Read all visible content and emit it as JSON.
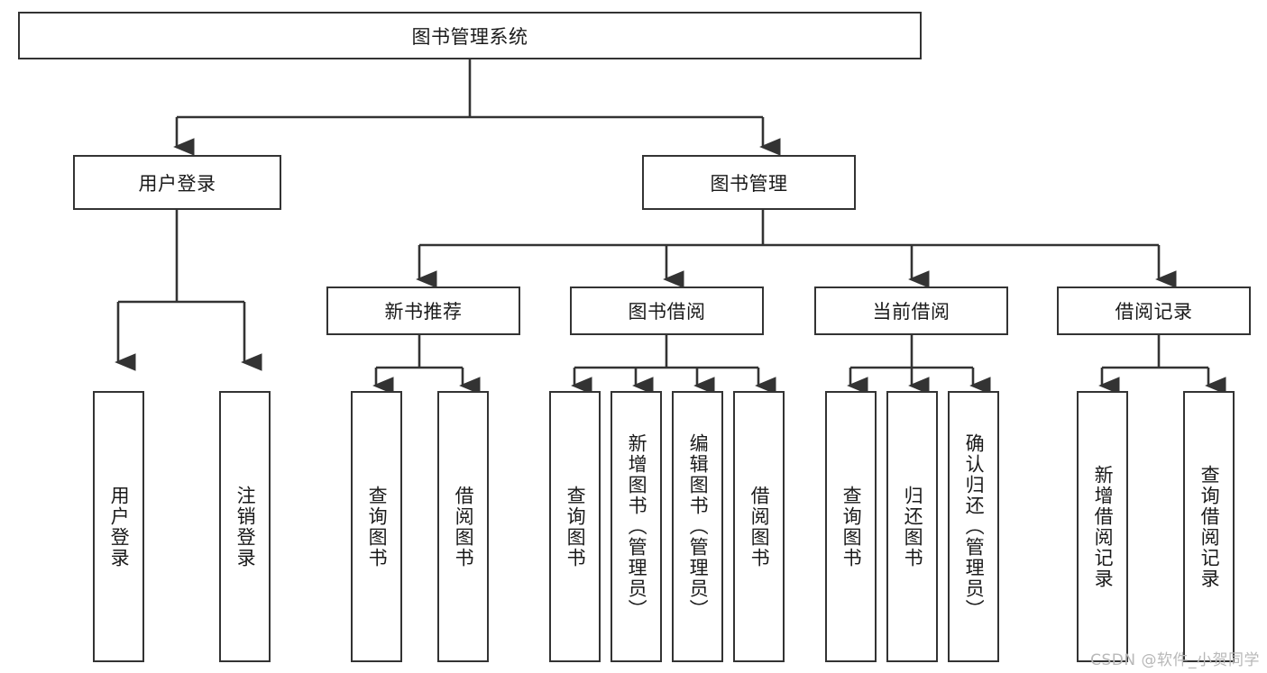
{
  "diagram": {
    "title": "图书管理系统",
    "type": "hierarchy-tree",
    "root": {
      "label": "图书管理系统"
    },
    "level2": [
      {
        "label": "用户登录"
      },
      {
        "label": "图书管理"
      }
    ],
    "level3": [
      {
        "label": "新书推荐",
        "parent": "图书管理"
      },
      {
        "label": "图书借阅",
        "parent": "图书管理"
      },
      {
        "label": "当前借阅",
        "parent": "图书管理"
      },
      {
        "label": "借阅记录",
        "parent": "图书管理"
      }
    ],
    "leaves": {
      "user_login": [
        {
          "label": "用户登录"
        },
        {
          "label": "注销登录"
        }
      ],
      "new_book_recommend": [
        {
          "label": "查询图书"
        },
        {
          "label": "借阅图书"
        }
      ],
      "book_borrow": [
        {
          "label": "查询图书"
        },
        {
          "label": "新增图书（管理员）"
        },
        {
          "label": "编辑图书（管理员）"
        },
        {
          "label": "借阅图书"
        }
      ],
      "current_borrow": [
        {
          "label": "查询图书"
        },
        {
          "label": "归还图书"
        },
        {
          "label": "确认归还（管理员）"
        }
      ],
      "borrow_records": [
        {
          "label": "新增借阅记录"
        },
        {
          "label": "查询借阅记录"
        }
      ]
    }
  },
  "watermark": {
    "text": "CSDN @软件_小贺同学"
  },
  "colors": {
    "border": "#333333",
    "background": "#ffffff",
    "text": "#1a1a1a",
    "connector": "#333333",
    "watermark": "#b8b8b8"
  }
}
